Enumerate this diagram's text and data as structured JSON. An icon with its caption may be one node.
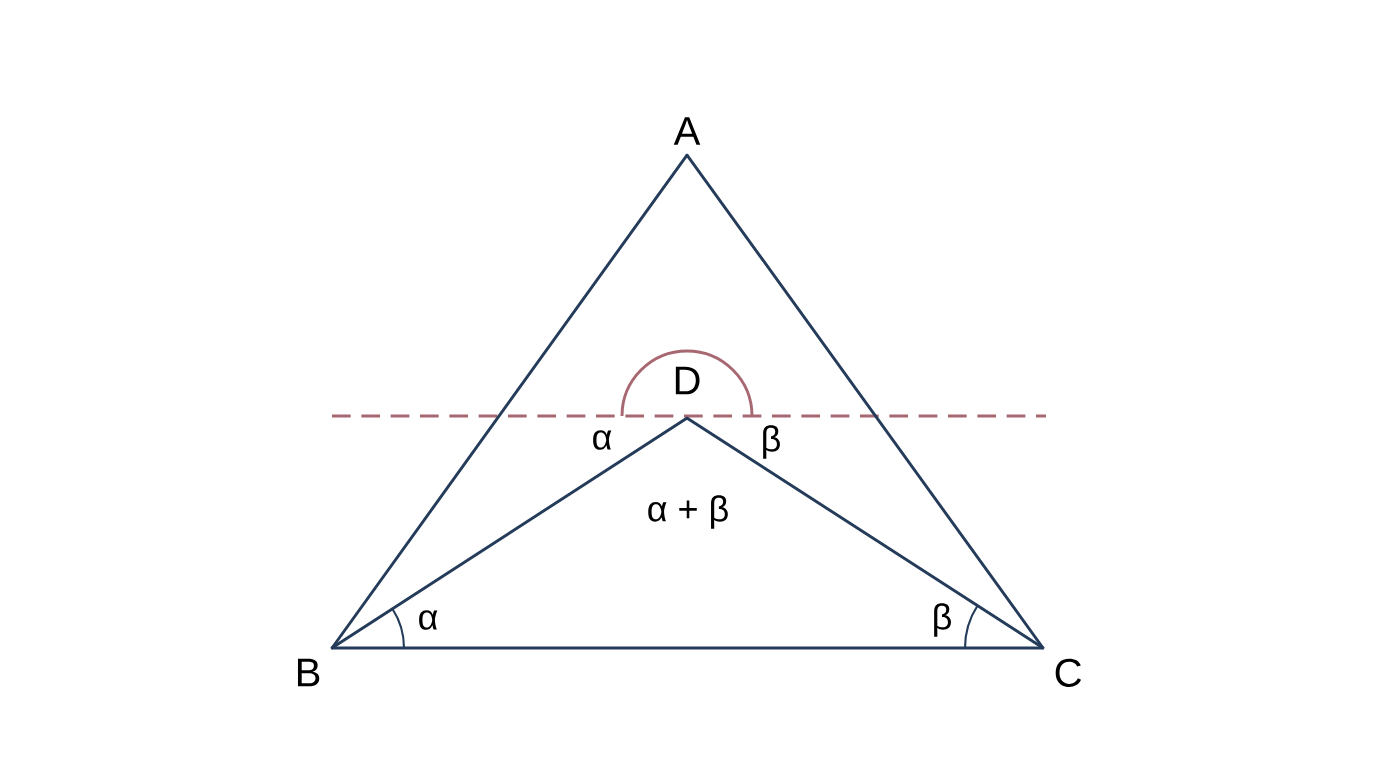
{
  "diagram": {
    "nodes": [
      {
        "text": [
          "A"
        ]
      },
      {
        "text": [
          "B"
        ]
      },
      {
        "text": [
          "C"
        ]
      },
      {
        "text": [
          "D"
        ]
      }
    ],
    "edges": [
      {
        "from": 0,
        "to": 1,
        "arrow": "none"
      },
      {
        "from": 0,
        "to": 2,
        "arrow": "none"
      },
      {
        "from": 1,
        "to": 2,
        "arrow": "none"
      },
      {
        "from": 1,
        "to": 3,
        "arrow": "none"
      },
      {
        "from": 3,
        "to": 2,
        "arrow": "none"
      }
    ],
    "labels": [
      "α",
      "β",
      "α + β",
      "α",
      "β"
    ]
  }
}
